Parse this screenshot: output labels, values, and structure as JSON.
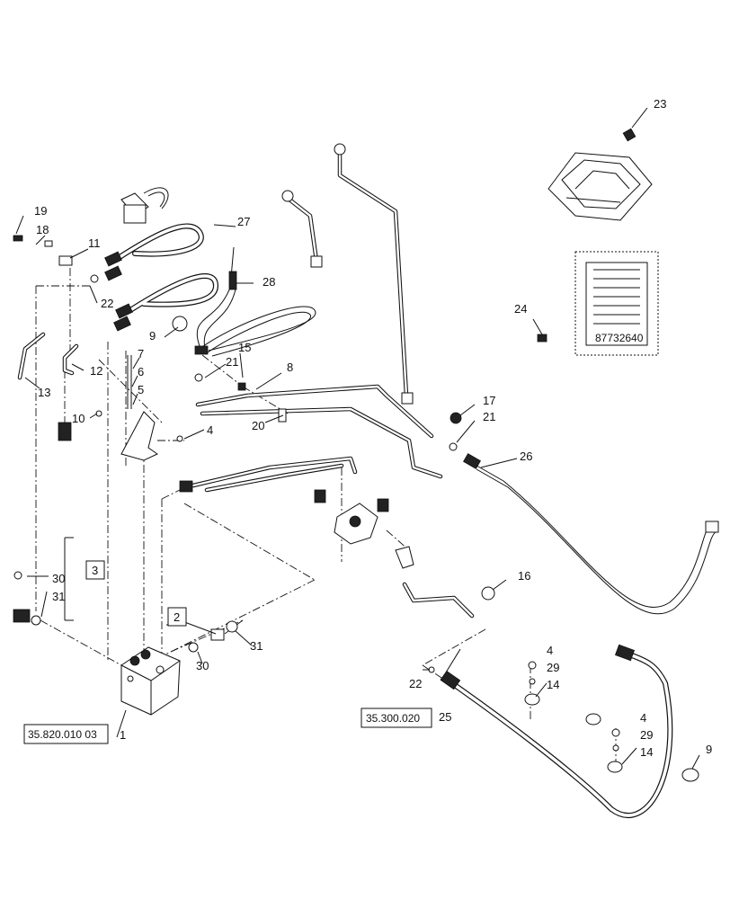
{
  "callouts": {
    "c1": "1",
    "c2": "2",
    "c3": "3",
    "c4a": "4",
    "c4b": "4",
    "c4c": "4",
    "c5": "5",
    "c6": "6",
    "c7": "7",
    "c8": "8",
    "c9a": "9",
    "c9b": "9",
    "c10": "10",
    "c11": "11",
    "c12": "12",
    "c13": "13",
    "c14a": "14",
    "c14b": "14",
    "c15": "15",
    "c16": "16",
    "c17": "17",
    "c18": "18",
    "c19": "19",
    "c20": "20",
    "c21a": "21",
    "c21b": "21",
    "c22a": "22",
    "c22b": "22",
    "c23": "23",
    "c24": "24",
    "c25": "25",
    "c26": "26",
    "c27": "27",
    "c28": "28",
    "c29a": "29",
    "c29b": "29",
    "c30a": "30",
    "c30b": "30",
    "c31a": "31",
    "c31b": "31"
  },
  "references": {
    "valve_ref": "35.820.010 03",
    "hose_ref": "35.300.020"
  },
  "chip_label": "87732640"
}
